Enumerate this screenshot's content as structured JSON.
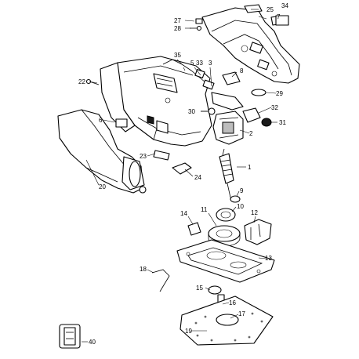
{
  "diagram": {
    "callouts": {
      "c1": "1",
      "c2": "2",
      "c3": "3",
      "c5": "5",
      "c6": "6",
      "c7": "7",
      "c8": "8",
      "c9": "9",
      "c10": "10",
      "c11": "11",
      "c12": "12",
      "c13": "13",
      "c14": "14",
      "c15": "15",
      "c16": "16",
      "c17": "17",
      "c18": "18",
      "c19": "19",
      "c20": "20",
      "c22": "22",
      "c23": "23",
      "c24": "24",
      "c25": "25",
      "c27": "27",
      "c28": "28",
      "c29": "29",
      "c30": "30",
      "c31": "31",
      "c32": "32",
      "c33": "33",
      "c34": "34",
      "c35": "35",
      "c40": "40"
    }
  }
}
